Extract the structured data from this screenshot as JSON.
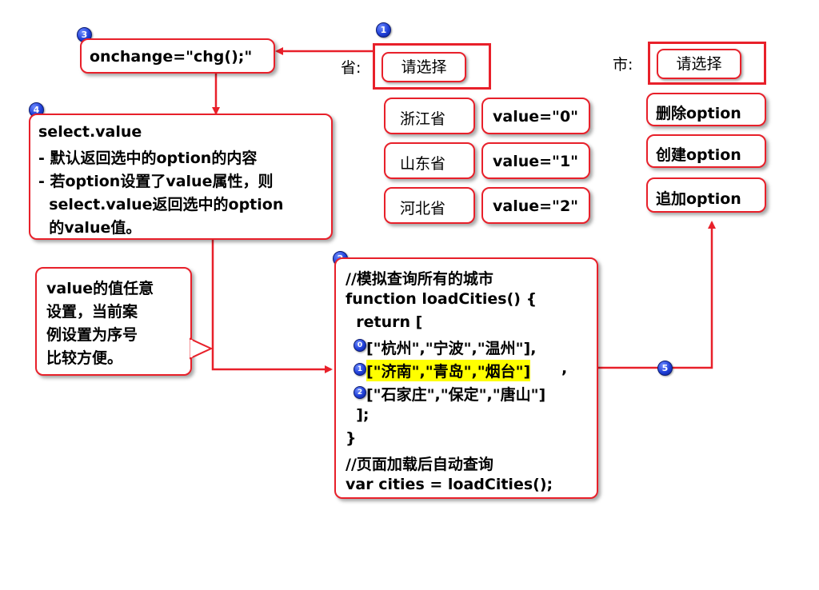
{
  "badges": [
    "1",
    "2",
    "3",
    "4",
    "5"
  ],
  "row_badges": [
    "0",
    "1",
    "2"
  ],
  "onchange_box": {
    "text": "onchange=\"chg();\""
  },
  "province": {
    "label": "省:",
    "select_text": "请选择",
    "options": [
      {
        "name": "浙江省",
        "value": "value=\"0\""
      },
      {
        "name": "山东省",
        "value": "value=\"1\""
      },
      {
        "name": "河北省",
        "value": "value=\"2\""
      }
    ]
  },
  "city": {
    "label": "市:",
    "select_text": "请选择",
    "actions": [
      "删除option",
      "创建option",
      "追加option"
    ]
  },
  "select_value_note": {
    "lines": [
      "select.value",
      "- 默认返回选中的option的内容",
      "- 若option设置了value属性，则",
      "  select.value返回选中的option",
      "  的value值。"
    ]
  },
  "value_note": {
    "lines": [
      "value的值任意",
      "设置，当前案",
      "例设置为序号",
      "比较方便。"
    ]
  },
  "code": {
    "lines": [
      "//模拟查询所有的城市",
      "function loadCities() {",
      "  return [",
      "[\"杭州\",\"宁波\",\"温州\"],",
      "[\"济南\",\"青岛\",\"烟台\"]",
      ",",
      "[\"石家庄\",\"保定\",\"唐山\"]",
      "  ];",
      "}",
      "//页面加载后自动查询",
      "var cities = loadCities();"
    ]
  },
  "colors": {
    "accent": "#e8202a",
    "highlight": "#ffff00",
    "badge": "#1f3fd8"
  }
}
